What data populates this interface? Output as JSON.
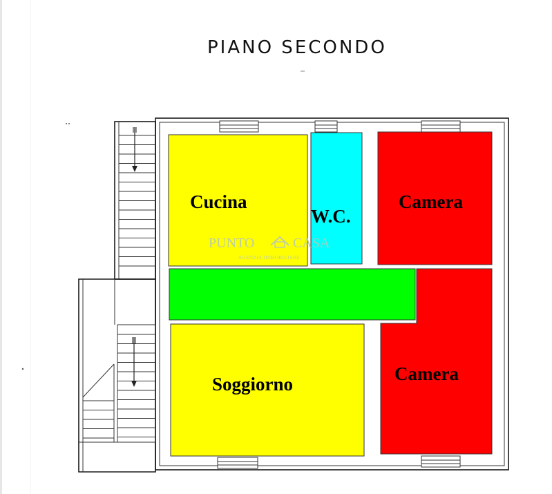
{
  "title": "PIANO SECONDO",
  "colors": {
    "cucina": "#ffff00",
    "wc": "#00ffff",
    "camera": "#ff0000",
    "corridor": "#00ff00",
    "soggiorno": "#ffff00"
  },
  "rooms": {
    "cucina": "Cucina",
    "wc": "W.C.",
    "camera_top": "Camera",
    "camera_bottom": "Camera",
    "soggiorno": "Soggiorno"
  },
  "watermark": {
    "left": "PUNTO",
    "right": "CASA",
    "subtitle": "AGENZIA IMMOBILIARE",
    "icon": "house-icon"
  },
  "stairs": {
    "icon": "down-arrow-icon"
  }
}
